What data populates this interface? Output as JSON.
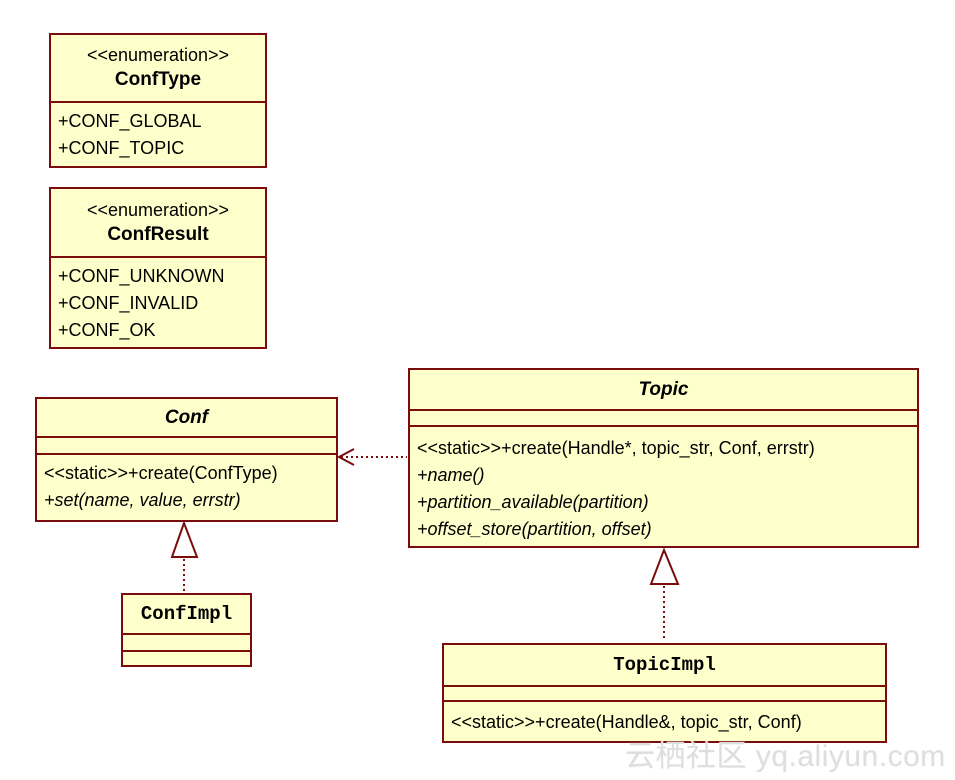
{
  "colors": {
    "box_fill": "#ffffcc",
    "line": "#7a0c0e",
    "text": "#000000",
    "watermark": "#dedede"
  },
  "enum_conftype": {
    "stereotype": "<<enumeration>>",
    "name": "ConfType",
    "members": [
      "+CONF_GLOBAL",
      "+CONF_TOPIC"
    ]
  },
  "enum_confresult": {
    "stereotype": "<<enumeration>>",
    "name": "ConfResult",
    "members": [
      "+CONF_UNKNOWN",
      "+CONF_INVALID",
      "+CONF_OK"
    ]
  },
  "class_conf": {
    "name": "Conf",
    "methods": [
      "<<static>>+create(ConfType)",
      "+set(name, value, errstr)"
    ]
  },
  "class_topic": {
    "name": "Topic",
    "methods": [
      "<<static>>+create(Handle*, topic_str, Conf, errstr)",
      "+name()",
      "+partition_available(partition)",
      "+offset_store(partition, offset)"
    ]
  },
  "class_confimpl": {
    "name": "ConfImpl"
  },
  "class_topicimpl": {
    "name": "TopicImpl",
    "methods": [
      "<<static>>+create(Handle&, topic_str, Conf)"
    ]
  },
  "relations": [
    {
      "type": "dependency",
      "from": "Topic",
      "to": "Conf"
    },
    {
      "type": "realization",
      "from": "ConfImpl",
      "to": "Conf"
    },
    {
      "type": "realization",
      "from": "TopicImpl",
      "to": "Topic"
    }
  ],
  "watermark": {
    "text": "云栖社区 yq.aliyun.com"
  }
}
